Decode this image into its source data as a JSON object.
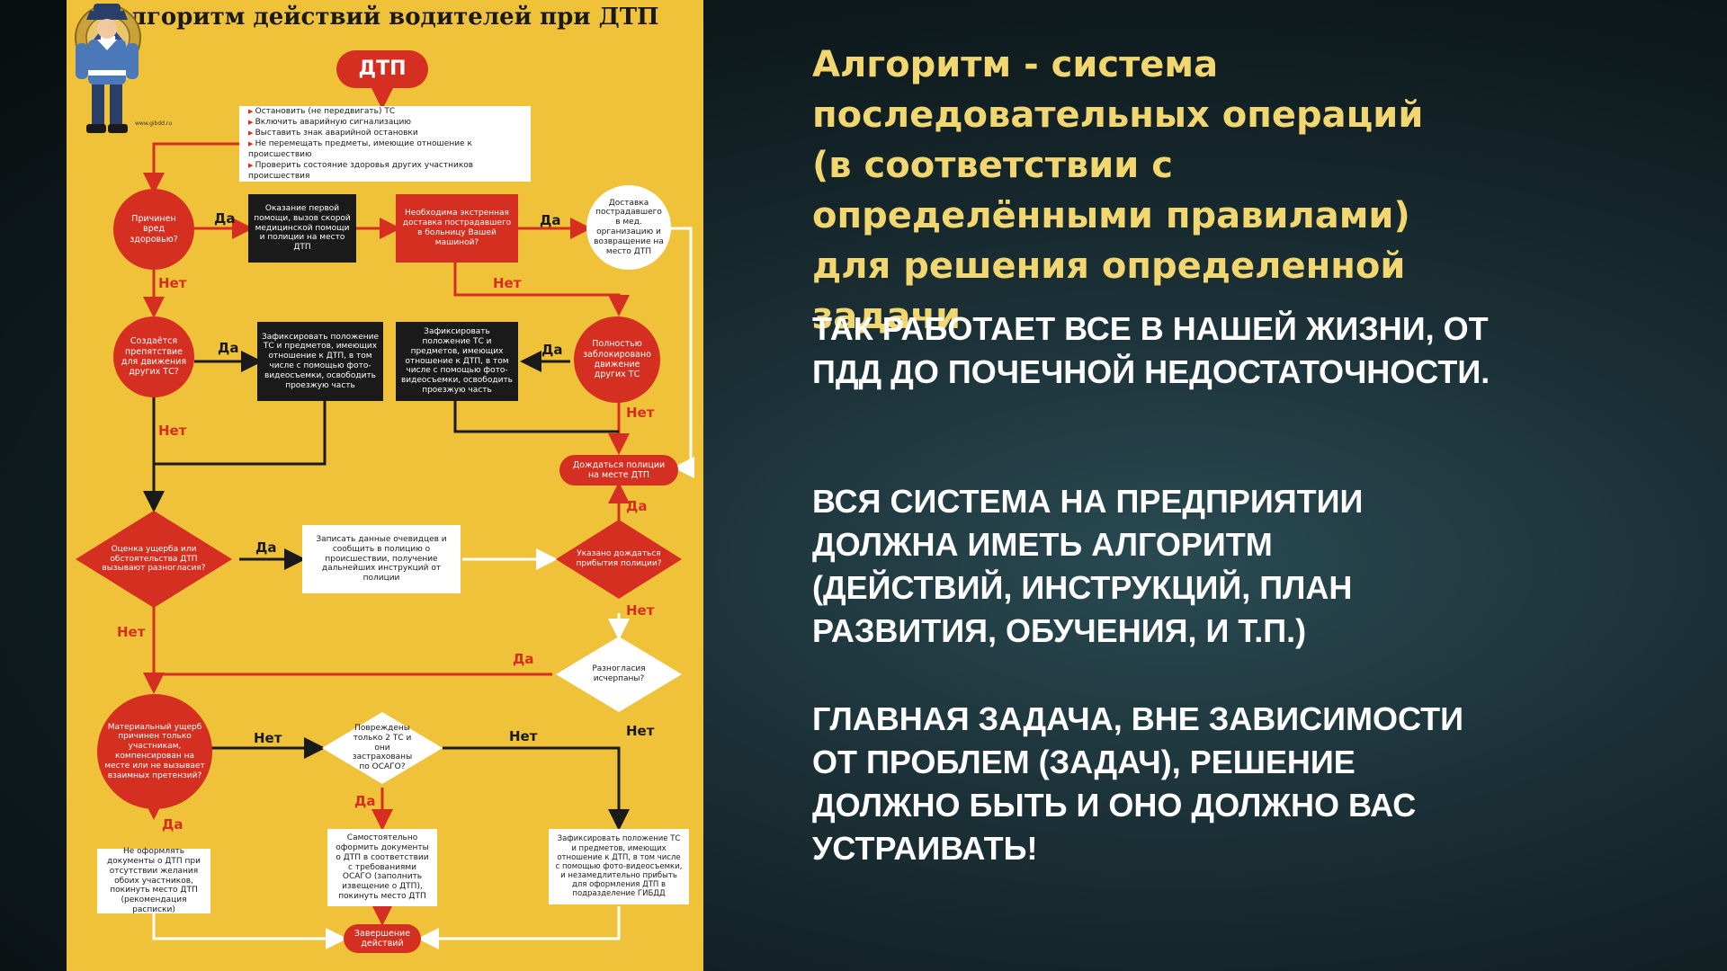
{
  "poster": {
    "title": "Алгоритм действий водителей при ДТП",
    "site": "www.gibdd.ru",
    "start": "ДТП",
    "first_steps": [
      "Остановить (не передвигать) ТС",
      "Включить аварийную сигнализацию",
      "Выставить знак аварийной остановки",
      "Не перемещать предметы, имеющие отношение к происшествию",
      "Проверить состояние здоровья других участников происшествия"
    ],
    "nodes": {
      "q_health": "Причинен вред здоровью?",
      "first_aid": "Оказание первой помощи, вызов скорой медицинской помощи и полиции на место ДТП",
      "urgent_delivery": "Необходима экстренная доставка пострадавшего в больницу Вашей машиной?",
      "delivery": "Доставка пострадавшего в мед. организацию и возвращение на место ДТП",
      "q_obstacle": "Создаётся препятствие для движения других ТС?",
      "fix_left": "Зафиксировать положение ТС и предметов, имеющих отношение к ДТП, в том числе с помощью фото-видеосъемки, освободить проезжую часть",
      "fix_mid": "Зафиксировать положение ТС и предметов, имеющих отношение к ДТП, в том числе с помощью фото-видеосъемки, освободить проезжую часть",
      "q_blocked": "Полностью заблокировано движение других ТС",
      "wait_police": "Дождаться полиции на месте ДТП",
      "q_disagree": "Оценка ущерба или обстоятельства ДТП вызывают разногласия?",
      "record_witness": "Записать данные очевидцев и сообщить в полицию о происшествии, получение дальнейших инструкций от полиции",
      "q_instructed": "Указано дождаться прибытия полиции?",
      "q_resolved": "Разногласия исчерпаны?",
      "q_material": "Материальный ущерб причинен только участникам, компенсирован на месте или не вызывает взаимных претензий?",
      "q_two_cars": "Повреждены только 2 ТС и они застрахованы по ОСАГО?",
      "no_docs": "Не оформлять документы о ДТП при отсутствии желания обоих участников, покинуть место ДТП (рекомендация расписки)",
      "self_docs": "Самостоятельно оформить документы о ДТП в соответствии с требованиями ОСАГО (заполнить извещение о ДТП), покинуть место ДТП",
      "fix_gibdd": "Зафиксировать положение ТС и предметов, имеющих отношение к ДТП, в том числе с помощью фото-видеосъемки, и незамедлительно прибыть для оформления ДТП в подразделение ГИБДД",
      "finish": "Завершение действий"
    },
    "yes": "Да",
    "no": "Нет"
  },
  "text": {
    "definition": "Алгоритм - система последовательных операций (в соответствии с определёнными правилами) для решения определенной задачи",
    "statement_1": "ТАК РАБОТАЕТ ВСЕ В НАШЕЙ ЖИЗНИ, ОТ ПДД ДО ПОЧЕЧНОЙ НЕДОСТАТОЧНОСТИ.",
    "statement_2": "ВСЯ СИСТЕМА НА ПРЕДПРИЯТИИ ДОЛЖНА ИМЕТЬ АЛГОРИТМ (ДЕЙСТВИЙ, ИНСТРУКЦИЙ, ПЛАН РАЗВИТИЯ, ОБУЧЕНИЯ, И Т.П.)",
    "statement_3": "ГЛАВНАЯ ЗАДАЧА, ВНЕ ЗАВИСИМОСТИ ОТ ПРОБЛЕМ (ЗАДАЧ), РЕШЕНИЕ ДОЛЖНО БЫТЬ И ОНО ДОЛЖНО ВАС УСТРАИВАТЬ!"
  },
  "colors": {
    "poster_bg": "#f0c23a",
    "node_red": "#d42f20",
    "node_black": "#1a1a1a",
    "definition": "#f2d670"
  }
}
